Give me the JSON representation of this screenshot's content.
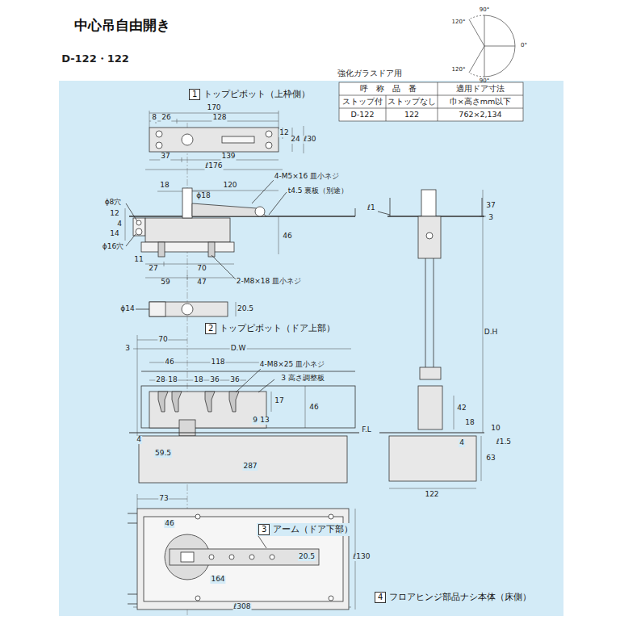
{
  "diagram": {
    "title": "中心吊自由開き",
    "nodes": [
      {
        "text": [
          "1",
          "トップピボット（上枠側）"
        ]
      },
      {
        "text": [
          "2",
          "トップピボット（ドア上部）"
        ]
      },
      {
        "text": [
          "3",
          "アーム（ドア下部）"
        ]
      },
      {
        "text": [
          "4",
          "フロアヒンジ部品ナシ本体（床側）"
        ]
      }
    ],
    "labels": [
      "D-122・122",
      "90°",
      "120°",
      "0°",
      "120°",
      "90°",
      "強化ガラスドア用",
      "呼　称　品　番",
      "適用ドア寸法",
      "ストップ付",
      "ストップなし",
      "巾×高さmm以下",
      "D-122",
      "122",
      "762×2,134",
      "170",
      "8",
      "26",
      "128",
      "12",
      "24",
      "ℓ30",
      "37",
      "139",
      "ℓ176",
      "18",
      "ϕ18",
      "120",
      "4-M5×16 皿小ネジ",
      "t4.5 裏板（別途）",
      "ϕ8穴",
      "12",
      "4",
      "14",
      "ϕ16穴",
      "46",
      "11",
      "27",
      "70",
      "59",
      "47",
      "2-M8×18 皿小ネジ",
      "ϕ14",
      "20.5",
      "70",
      "3",
      "D.W",
      "46",
      "118",
      "4-M8×25 皿小ネジ",
      "28",
      "18",
      "18",
      "36",
      "36",
      "3 高さ調整板",
      "17",
      "9",
      "13",
      "46",
      "4",
      "F.L",
      "59.5",
      "287",
      "ℓ1",
      "37",
      "3",
      "D.H",
      "42",
      "18",
      "10",
      "4",
      "ℓ1.5",
      "63",
      "122",
      "73",
      "46",
      "20.5",
      "ℓ130",
      "164",
      "ℓ308"
    ]
  }
}
